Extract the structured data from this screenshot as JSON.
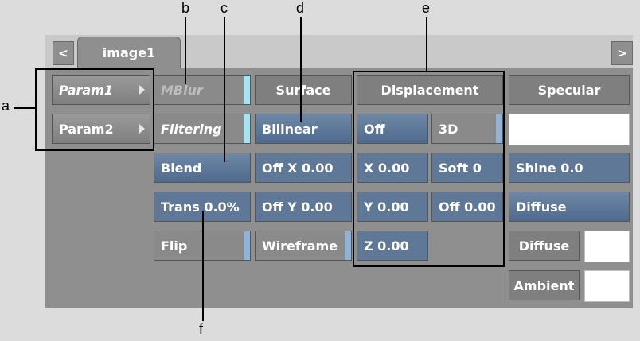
{
  "callouts": {
    "a": "a",
    "b": "b",
    "c": "c",
    "d": "d",
    "e": "e",
    "f": "f"
  },
  "tabs": {
    "prev": "<",
    "next": ">",
    "active": "image1"
  },
  "params": [
    "Param1",
    "Param2"
  ],
  "mblur": {
    "mblur": "MBlur",
    "filtering": "Filtering",
    "blend": "Blend",
    "trans": "Trans 0.0%",
    "flip": "Flip"
  },
  "surface": {
    "header": "Surface",
    "filter": "Bilinear",
    "off_x": "Off X 0.00",
    "off_y": "Off Y 0.00",
    "wireframe": "Wireframe"
  },
  "displacement": {
    "header": "Displacement",
    "mode": "Off",
    "dim": "3D",
    "x": "X 0.00",
    "soft": "Soft 0",
    "y": "Y 0.00",
    "off": "Off 0.00",
    "z": "Z 0.00"
  },
  "specular": {
    "header": "Specular",
    "shine": "Shine 0.0",
    "diffuse_mode": "Diffuse",
    "diffuse_label": "Diffuse",
    "ambient_label": "Ambient"
  },
  "colors": {
    "accent_blue": "#5f7897",
    "highlight": "#a8e3f3"
  }
}
